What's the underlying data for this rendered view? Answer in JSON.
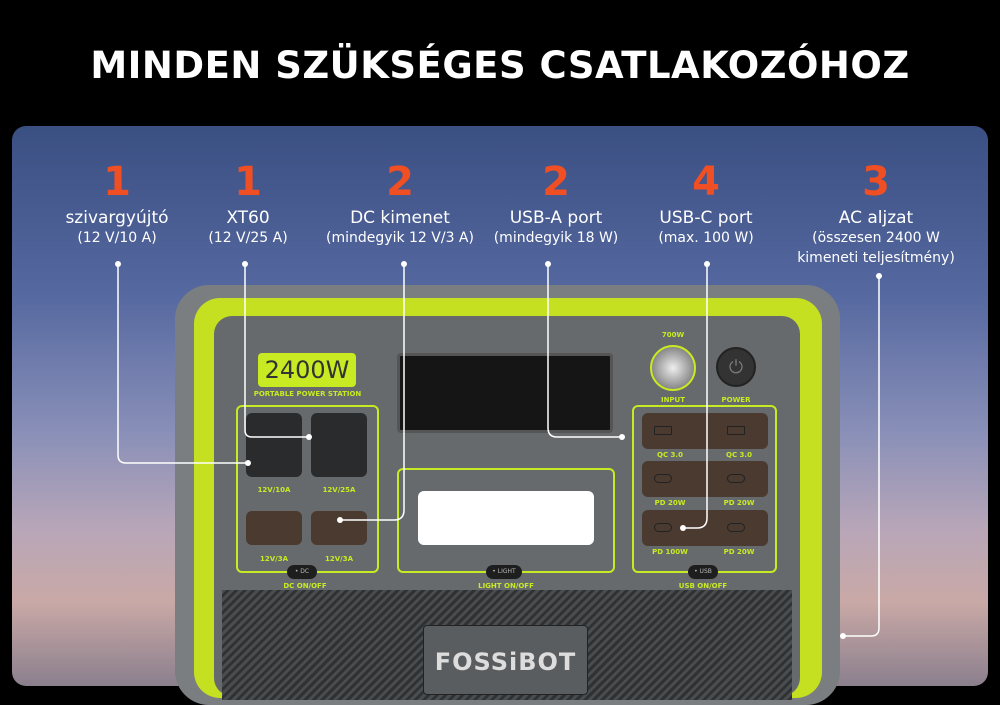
{
  "title": "MINDEN SZÜKSÉGES CSATLAKOZÓHOZ",
  "features": [
    {
      "count": "1",
      "label": "szivargyújtó",
      "sub": "(12 V/10 A)"
    },
    {
      "count": "1",
      "label": "XT60",
      "sub": "(12 V/25 A)"
    },
    {
      "count": "2",
      "label": "DC kimenet",
      "sub": "(mindegyik 12 V/3 A)"
    },
    {
      "count": "2",
      "label": "USB-A port",
      "sub": "(mindegyik 18 W)"
    },
    {
      "count": "4",
      "label": "USB-C port",
      "sub": "(max. 100 W)"
    },
    {
      "count": "3",
      "label": "AC aljzat",
      "sub": "(összesen 2400 W kimeneti teljesítmény)"
    }
  ],
  "device": {
    "brand": "FOSSiBOT",
    "capacity": "2400W",
    "tagline": "PORTABLE POWER STATION",
    "input_label": "INPUT",
    "input_mark": "700W",
    "power_label": "POWER",
    "dc_ports": [
      "12V/10A",
      "12V/25A",
      "12V/3A",
      "12V/3A"
    ],
    "usb_ports": [
      "QC 3.0",
      "QC 3.0",
      "PD 20W",
      "PD 20W",
      "PD 100W",
      "PD 20W"
    ],
    "buttons": {
      "dc": "• DC",
      "light": "• LIGHT",
      "usb": "• USB"
    },
    "switch_labels": {
      "dc": "DC ON/OFF",
      "light": "LIGHT ON/OFF",
      "usb": "USB ON/OFF"
    },
    "accent": "#c8ea22"
  },
  "colors": {
    "number": "#f04e23"
  }
}
